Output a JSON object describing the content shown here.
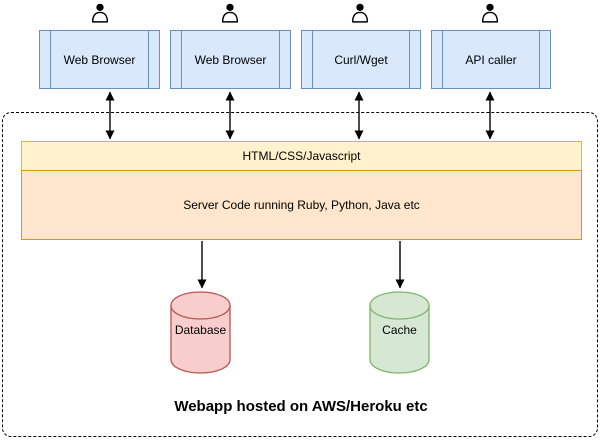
{
  "clients": {
    "items": [
      {
        "label": "Web Browser"
      },
      {
        "label": "Web Browser"
      },
      {
        "label": "Curl/Wget"
      },
      {
        "label": "API caller"
      }
    ]
  },
  "layers": {
    "frontend": "HTML/CSS/Javascript",
    "backend": "Server Code running Ruby, Python, Java etc"
  },
  "datastores": {
    "database": "Database",
    "cache": "Cache"
  },
  "caption": "Webapp hosted on AWS/Heroku etc",
  "icons": {
    "user": "user-icon"
  },
  "colors": {
    "client-fill": "#dae8fc",
    "client-border": "#6c8ebf",
    "frontend-fill": "#fff2cc",
    "frontend-border": "#d6b656",
    "backend-fill": "#ffe6cc",
    "backend-border": "#d79b00",
    "database-fill": "#f8cecc",
    "database-border": "#b85450",
    "cache-fill": "#d5e8d4",
    "cache-border": "#82b366",
    "arrow": "#000000"
  }
}
